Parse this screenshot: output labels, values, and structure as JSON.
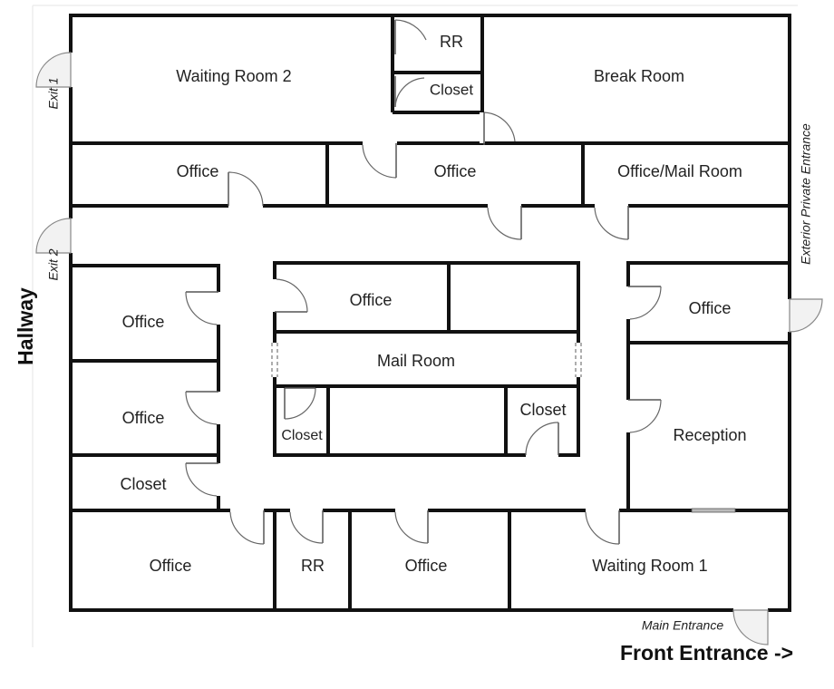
{
  "rooms": {
    "waiting_room_2": "Waiting Room 2",
    "rr_top": "RR",
    "closet_top": "Closet",
    "break_room": "Break Room",
    "office_top_left": "Office",
    "office_top_mid": "Office",
    "office_mail_room": "Office/Mail Room",
    "office_left_1": "Office",
    "office_left_2": "Office",
    "closet_left": "Closet",
    "office_center": "Office",
    "mail_room": "Mail Room",
    "closet_center_left": "Closet",
    "closet_center_right": "Closet",
    "office_right": "Office",
    "reception": "Reception",
    "office_bottom_left": "Office",
    "rr_bottom": "RR",
    "office_bottom_mid": "Office",
    "waiting_room_1": "Waiting Room 1"
  },
  "labels": {
    "exit_1": "Exit 1",
    "exit_2": "Exit 2",
    "hallway": "Hallway",
    "exterior_private_entrance": "Exterior Private Entrance",
    "main_entrance": "Main Entrance",
    "front_entrance": "Front Entrance ->"
  },
  "colors": {
    "wall": "#111111",
    "door": "#666666",
    "background": "#ffffff"
  }
}
